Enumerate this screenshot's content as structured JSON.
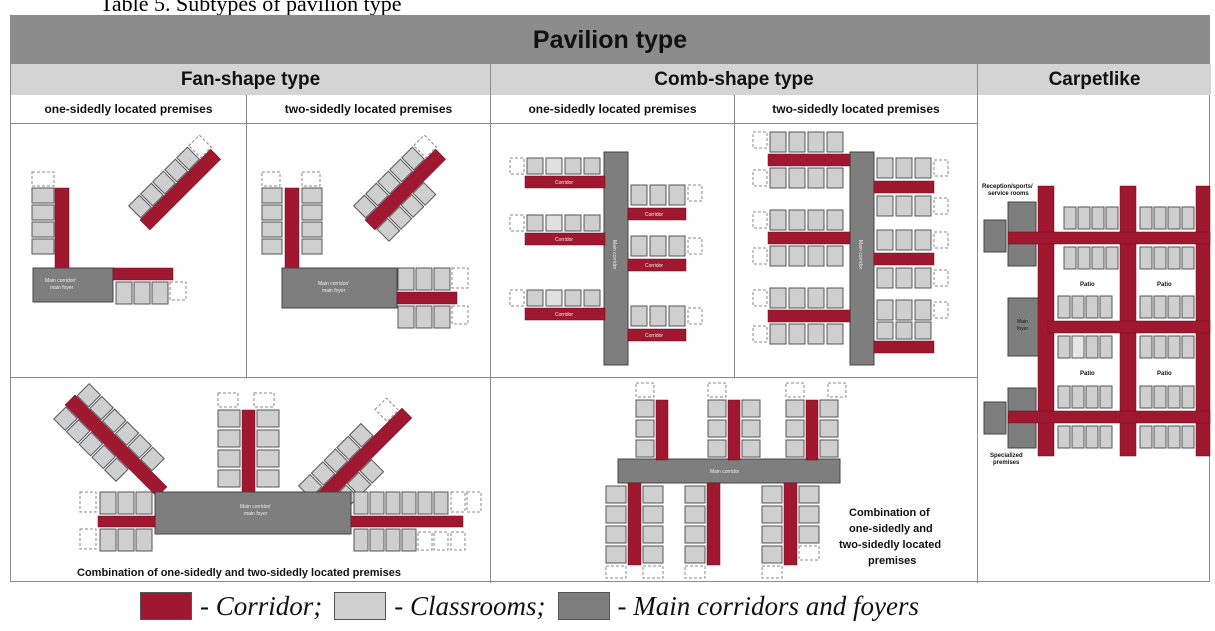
{
  "caption": "Table 5. Subtypes of pavilion type",
  "title": "Pavilion type",
  "groups": {
    "fan": "Fan-shape type",
    "comb": "Comb-shape type",
    "carpet": "Carpetlike"
  },
  "columns": {
    "one_sided": "one-sidedly located premises",
    "two_sided": "two-sidedly located premises"
  },
  "labels": {
    "corridor": "Corridor",
    "main_corridor_foyer_1": "Main corridor/",
    "main_corridor_foyer_2": "main foyer",
    "main_corridor": "Main corridor",
    "patio": "Patio",
    "main_foyer_1": "Main",
    "main_foyer_2": "foyer",
    "reception_1": "Reception/sports/",
    "reception_2": "service rooms",
    "specialized_1": "Specialized",
    "specialized_2": "premises"
  },
  "fan_combination": "Combination of one-sidedly and two-sidedly located premises",
  "comb_combination": [
    "Combination of",
    "one-sidedly and",
    "two-sidedly located",
    "premises"
  ],
  "legend": {
    "corridor": "- Corridor;",
    "classrooms": "- Classrooms;",
    "main": "- Main corridors and foyers"
  },
  "colors": {
    "corridor": "#a0182f",
    "classroom": "#cfcfcf",
    "main": "#7e7e7e",
    "header_main": "#8c8c8c",
    "header_sub": "#d4d4d4"
  }
}
